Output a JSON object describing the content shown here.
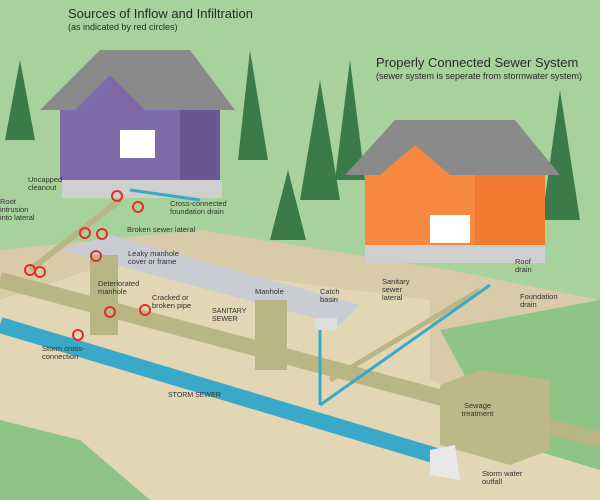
{
  "left_title": "Sources of Inflow and Infiltration",
  "left_subtitle": "(as indicated by red circles)",
  "right_title": "Properly Connected Sewer System",
  "right_subtitle": "(sewer system is seperate from stormwater system)",
  "labels": {
    "uncapped_cleanout": "Uncapped cleanout",
    "root_intrusion": "Root intrusion into lateral",
    "cross_connected": "Cross-connected foundation drain",
    "broken_lateral": "Broken sewer lateral",
    "leaky_manhole": "Leaky manhole cover or frame",
    "deteriorated_manhole": "Deteriorated manhole",
    "cracked_pipe": "Cracked or broken pipe",
    "storm_cross": "Storm cross-connection",
    "storm_sewer": "STORM SEWER",
    "sanitary_sewer": "SANITARY SEWER",
    "manhole": "Manhole",
    "catch_basin": "Catch basin",
    "sanitary_lateral": "Sanitary sewer lateral",
    "roof_drain": "Roof drain",
    "foundation_drain": "Foundation drain",
    "sewage_treatment": "Sewage treatment",
    "outfall": "Storm water outfall"
  },
  "colors": {
    "storm": "#3aa9c9",
    "sanitary": "#b8b684",
    "marker": "#e0302a",
    "grass": "#8fc487"
  }
}
